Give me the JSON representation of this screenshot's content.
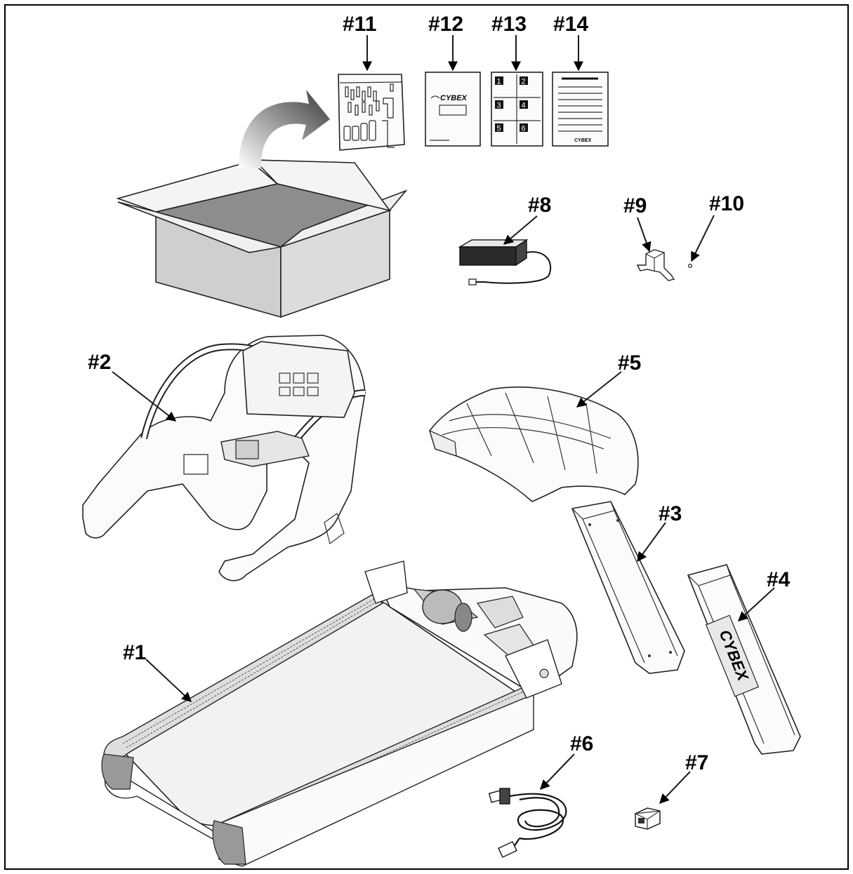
{
  "figure": {
    "callouts": [
      {
        "id": "1",
        "label": "#1"
      },
      {
        "id": "2",
        "label": "#2"
      },
      {
        "id": "3",
        "label": "#3"
      },
      {
        "id": "4",
        "label": "#4"
      },
      {
        "id": "5",
        "label": "#5"
      },
      {
        "id": "6",
        "label": "#6"
      },
      {
        "id": "7",
        "label": "#7"
      },
      {
        "id": "8",
        "label": "#8"
      },
      {
        "id": "9",
        "label": "#9"
      },
      {
        "id": "10",
        "label": "#10"
      },
      {
        "id": "11",
        "label": "#11"
      },
      {
        "id": "12",
        "label": "#12"
      },
      {
        "id": "13",
        "label": "#13"
      },
      {
        "id": "14",
        "label": "#14"
      }
    ],
    "manual_logo": "CYBEX",
    "sheet_logo": "CYBEX",
    "upright_logo": "CYBEX",
    "quick_card_cells": [
      "1",
      "2",
      "3",
      "4",
      "5",
      "6"
    ]
  }
}
